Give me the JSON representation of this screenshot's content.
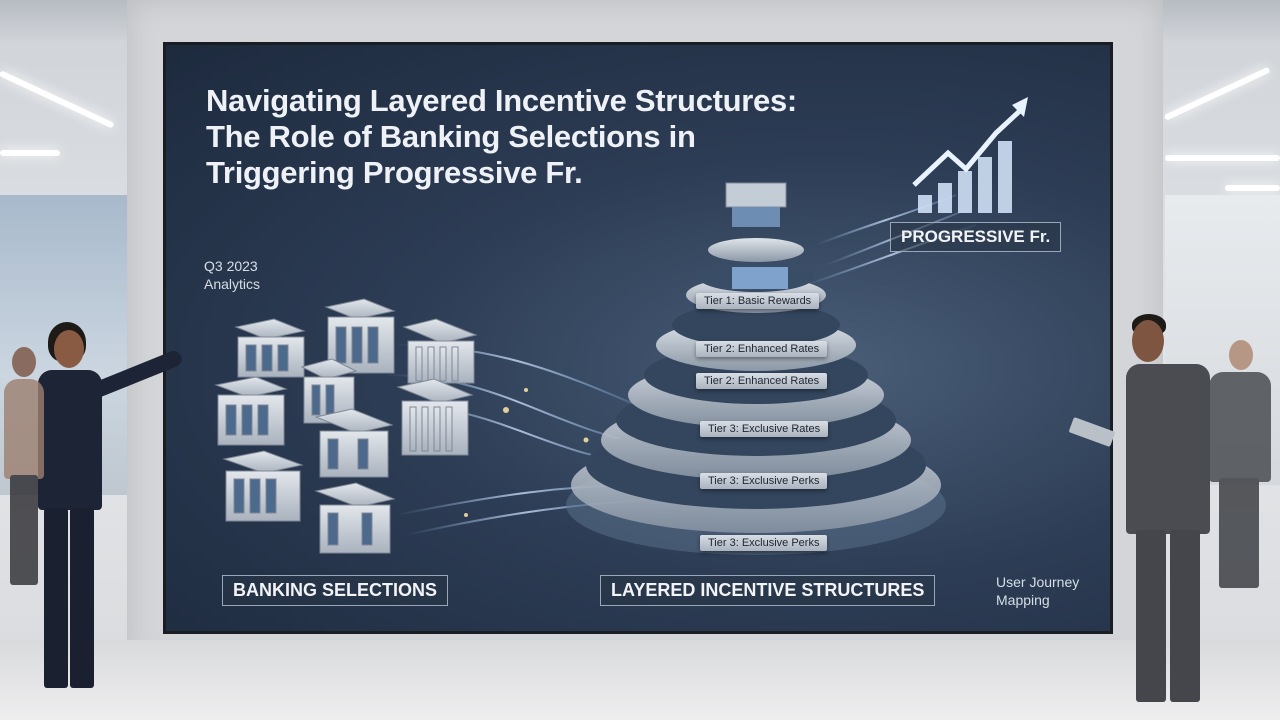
{
  "slide": {
    "title_lines": [
      "Navigating Layered Incentive Structures:",
      "The Role of Banking Selections in",
      "Triggering Progressive Fr."
    ],
    "period": "Q3 2023",
    "period_sub": "Analytics",
    "label_banking": "BANKING SELECTIONS",
    "label_layered": "LAYERED INCENTIVE STRUCTURES",
    "label_progressive": "PROGRESSIVE Fr.",
    "footer_note_line1": "User Journey",
    "footer_note_line2": "Mapping",
    "tiers": [
      "Tier 1: Basic Rewards",
      "Tier 2: Enhanced Rates",
      "Tier 2: Enhanced Rates",
      "Tier 3: Exclusive Rates",
      "Tier 3: Exclusive Perks",
      "Tier 3: Exclusive Perks"
    ]
  },
  "colors": {
    "screen_bg": "#2d3d55",
    "text": "#eef1f5",
    "accent_glow": "#9ec8ff",
    "building": "#c9ced6"
  },
  "icons": [
    "bank-building-icon",
    "growth-chart-icon",
    "pyramid-tier-icon"
  ]
}
